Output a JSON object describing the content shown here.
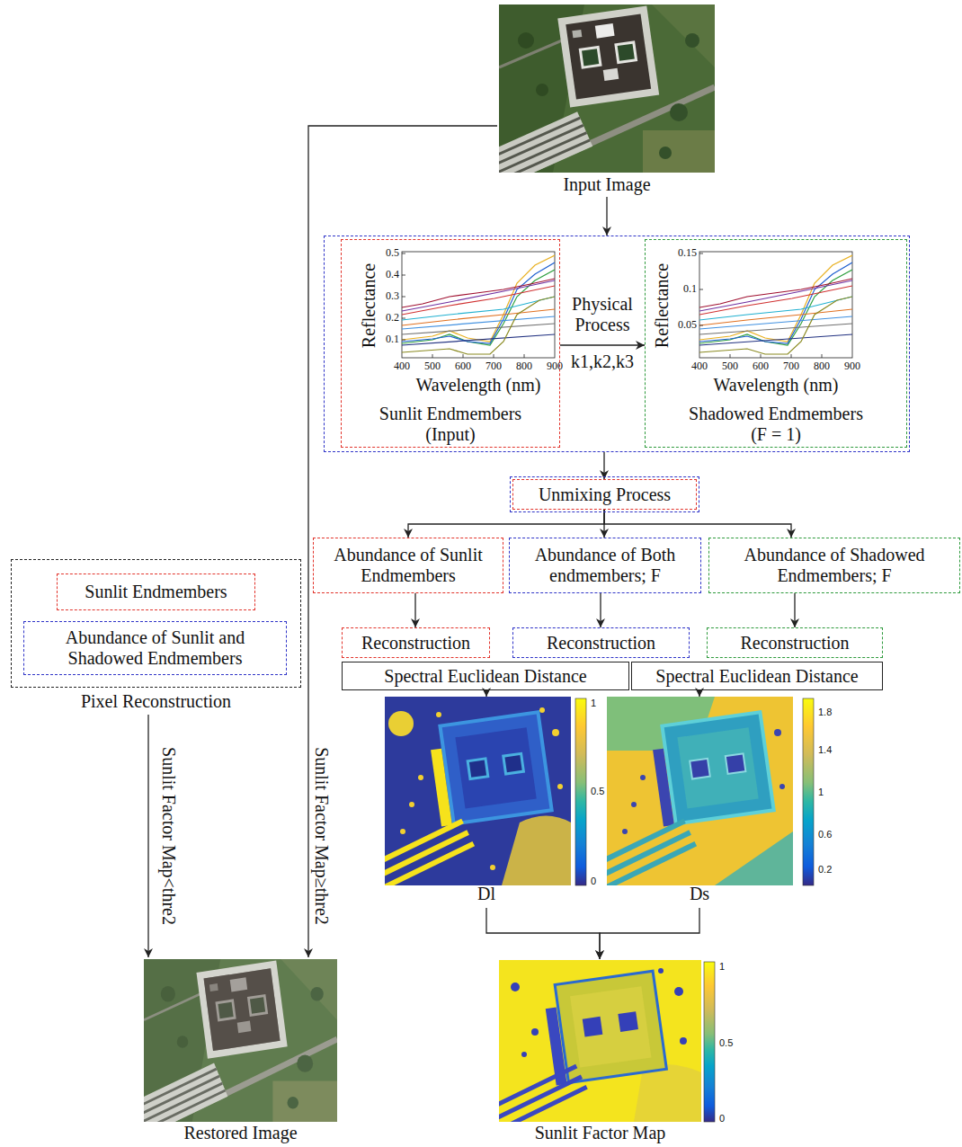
{
  "diagram": {
    "nodes": [
      {
        "text": [
          "Input Image"
        ]
      },
      {
        "text": [
          "Physical Process",
          "k1,k2,k3"
        ]
      },
      {
        "text": [
          "Sunlit Endmembers (Input)"
        ],
        "in": 1
      },
      {
        "text": [
          "Shadowed Endmembers (F = 1)"
        ],
        "in": 1
      },
      {
        "text": [
          "Unmixing Process"
        ]
      },
      {
        "text": [
          "Abundance of Sunlit Endmembers"
        ]
      },
      {
        "text": [
          "Abundance of Both endmembers; F"
        ]
      },
      {
        "text": [
          "Abundance of Shadowed Endmembers; F"
        ]
      },
      {
        "text": [
          "Reconstruction"
        ]
      },
      {
        "text": [
          "Reconstruction"
        ]
      },
      {
        "text": [
          "Reconstruction"
        ]
      },
      {
        "text": [
          "Spectral Euclidean Distance"
        ]
      },
      {
        "text": [
          "Spectral Euclidean Distance"
        ]
      },
      {
        "text": [
          "Dl"
        ]
      },
      {
        "text": [
          "Ds"
        ]
      },
      {
        "text": [
          "Sunlit Factor Map"
        ]
      },
      {
        "text": [
          "Pixel Reconstruction"
        ]
      },
      {
        "text": [
          "Sunlit Endmembers"
        ],
        "in": 16
      },
      {
        "text": [
          "Abundance of Sunlit and Shadowed Endmembers"
        ],
        "in": 16
      },
      {
        "text": [
          "Restored Image"
        ]
      }
    ],
    "edges": [
      {
        "from": 0,
        "to": 1,
        "arrow": "to"
      },
      {
        "from": 2,
        "to": 3,
        "arrow": "to"
      },
      {
        "from": 1,
        "to": 4,
        "arrow": "to"
      },
      {
        "from": 4,
        "to": 5,
        "arrow": "to"
      },
      {
        "from": 4,
        "to": 6,
        "arrow": "to"
      },
      {
        "from": 4,
        "to": 7,
        "arrow": "to"
      },
      {
        "from": 5,
        "to": 8,
        "arrow": "to"
      },
      {
        "from": 6,
        "to": 9,
        "arrow": "to"
      },
      {
        "from": 7,
        "to": 10,
        "arrow": "to"
      },
      {
        "from": 11,
        "to": 13,
        "arrow": "to"
      },
      {
        "from": 12,
        "to": 14,
        "arrow": "to"
      },
      {
        "from": 13,
        "to": 15,
        "arrow": "to"
      },
      {
        "from": 14,
        "to": 15,
        "arrow": "to"
      },
      {
        "from": 16,
        "to": 19,
        "label": "Sunlit Factor Map<thre2",
        "arrow": "to"
      },
      {
        "from": 0,
        "to": 19,
        "label": "Sunlit Factor Map≥thre2",
        "arrow": "to"
      }
    ],
    "labels": [
      "Reflectance",
      "0.5",
      "0.4",
      "0.3",
      "0.2",
      "0.1",
      "400",
      "500",
      "600",
      "700",
      "800",
      "900",
      "Wavelength (nm)",
      "Reflectance",
      "0.15",
      "0.1",
      "0.05",
      "400",
      "500",
      "600",
      "700",
      "800",
      "900",
      "Wavelength (nm)",
      "1",
      "0.5",
      "0",
      "1.8",
      "1.4",
      "1",
      "0.6",
      "0.2",
      "1",
      "0.5",
      "0"
    ]
  }
}
